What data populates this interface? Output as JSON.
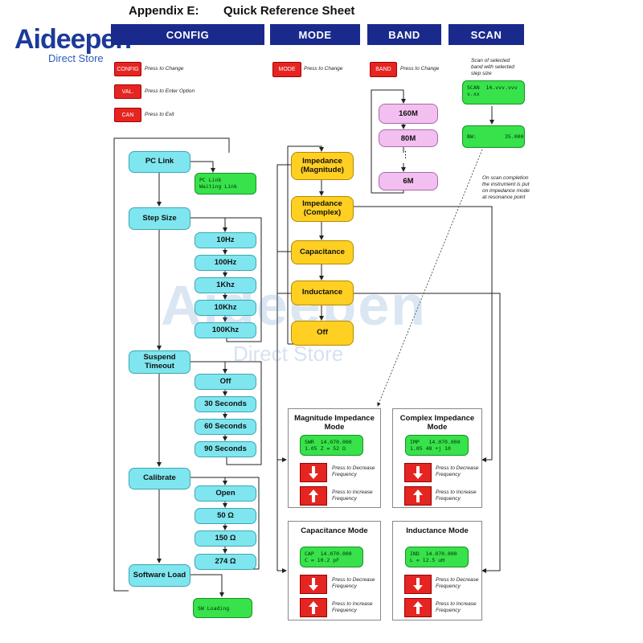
{
  "title_label": "Appendix E:",
  "title_text": "Quick Reference Sheet",
  "logo": {
    "name": "Aideepen",
    "sub": "Direct Store"
  },
  "headers": [
    "CONFIG",
    "MODE",
    "BAND",
    "SCAN"
  ],
  "config_keys": [
    {
      "key": "CONFIG",
      "desc": "Press to Change"
    },
    {
      "key": "VAL.",
      "desc": "Press to Enter Option"
    },
    {
      "key": "CAN",
      "desc": "Press to Exit"
    }
  ],
  "mode_key": {
    "key": "MODE",
    "desc": "Press to Change"
  },
  "band_key": {
    "key": "BAND",
    "desc": "Press to Change"
  },
  "scan_note": "Scan of selected\nband with selected\nstep size",
  "scan_lcd1": "SCAN  14.vvv.vvv\nv.xx",
  "scan_lcd2": "BW:         35.000",
  "scan_completion_note": "On scan completion\nthe instrument is put\non impedance mode\nat resonance point",
  "config_items": [
    "PC Link",
    "Step Size",
    "Suspend\nTimeout",
    "Calibrate",
    "Software Load"
  ],
  "pc_link_lcd": "PC Link\nWaiting Link",
  "sw_loading_lcd": "SW Loading",
  "step_sizes": [
    "10Hz",
    "100Hz",
    "1Khz",
    "10Khz",
    "100Khz"
  ],
  "timeouts": [
    "Off",
    "30 Seconds",
    "60 Seconds",
    "90 Seconds"
  ],
  "calibrate_opts": [
    "Open",
    "50 Ω",
    "150 Ω",
    "274 Ω"
  ],
  "modes": [
    "Impedance\n(Magnitude)",
    "Impedance\n(Complex)",
    "Capacitance",
    "Inductance",
    "Off"
  ],
  "bands": [
    "160M",
    "80M",
    "6M"
  ],
  "band_ellipsis": "⋮",
  "mode_panels": [
    {
      "title": "Magnitude Impedance\nMode",
      "lcd": "SWR  14.070.000\n1.05 Z = 52 Ω",
      "dec": "Press to Decrease\nFrequency",
      "inc": "Press to Increase\nFrequency"
    },
    {
      "title": "Complex Impedance\nMode",
      "lcd": "IMP   14.070.000\n1.05 48 +j 10",
      "dec": "Press to Decrease\nFrequency",
      "inc": "Press to Increase\nFrequency"
    },
    {
      "title": "Capacitance Mode",
      "lcd": "CAP  14.070.000\nC = 10.2 pF",
      "dec": "Press to Decrease\nFrequency",
      "inc": "Press to Increase\nFrequency"
    },
    {
      "title": "Inductance Mode",
      "lcd": "IND  14.070.000\nL = 12.5 uH",
      "dec": "Press to Decrease\nFrequency",
      "inc": "Press to Increase\nFrequency"
    }
  ],
  "colors": {
    "header": "#1a2a8c",
    "key_red": "#e52521",
    "cyan": "#7fe6ef",
    "yellow": "#ffcf22",
    "pink": "#f3bff0",
    "lcd_green": "#37e24a"
  }
}
